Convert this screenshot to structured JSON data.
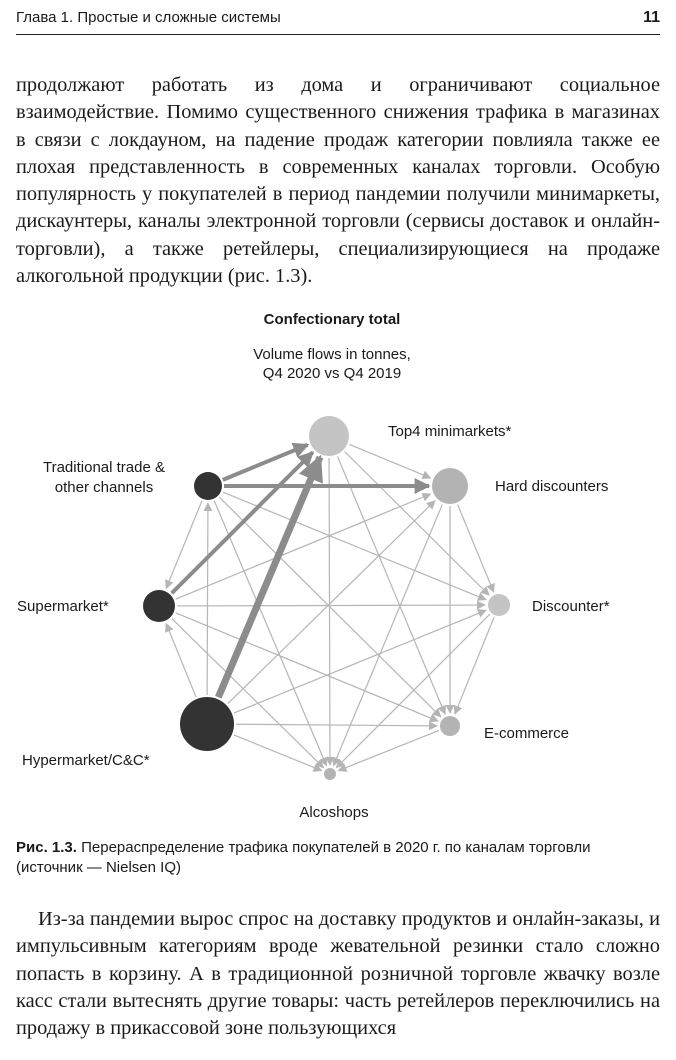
{
  "running_head": {
    "chapter_title": "Глава 1. Простые и сложные системы",
    "page_number": "11"
  },
  "paragraph_1": "продолжают работать из дома и ограничивают социальное взаимодействие. Помимо существенного снижения трафика в магазинах в связи с локдауном, на падение продаж категории повлияла также ее плохая представленность в современных каналах торговли. Особую популярность у покупателей в период пандемии получили минимаркеты, дискаунтеры, каналы электронной торговли (сервисы доставок и онлайн-торговли), а также ретейлеры, специализирующиеся на продаже алкогольной продукции (рис. 1.3).",
  "figure": {
    "title": "Confectionary total",
    "subtitle_line1": "Volume flows in tonnes,",
    "subtitle_line2": "Q4 2020 vs Q4 2019",
    "nodes": [
      {
        "id": "top4",
        "label": "Top4 minimarkets*",
        "fill": "#c4c4c4"
      },
      {
        "id": "hard",
        "label": "Hard discounters",
        "fill": "#b3b3b3"
      },
      {
        "id": "disc",
        "label": "Discounter*",
        "fill": "#c4c4c4"
      },
      {
        "id": "ecom",
        "label": "E-commerce",
        "fill": "#b3b3b3"
      },
      {
        "id": "alco",
        "label": "Alcoshops",
        "fill": "#b3b3b3"
      },
      {
        "id": "hyper",
        "label": "Hypermarket/C&C*",
        "fill": "#333333"
      },
      {
        "id": "super",
        "label": "Supermarket*",
        "fill": "#333333"
      },
      {
        "id": "trad",
        "label_line1": "Traditional trade &",
        "label_line2": "other channels",
        "fill": "#333333"
      }
    ],
    "thin_arrow_color": "#b5b5b5",
    "medium_arrow_color": "#8c8c8c",
    "thick_arrow_color": "#8c8c8c"
  },
  "caption": {
    "label": "Рис. 1.3.",
    "text": " Перераспределение трафика покупателей в 2020 г. по каналам торговли (источник — Nielsen IQ)"
  },
  "paragraph_2": "Из-за пандемии вырос спрос на доставку продуктов и онлайн-заказы, и импульсивным категориям вроде жевательной резинки стало сложно попасть в корзину. А в традиционной розничной торговле жвачку возле касс стали вытеснять другие товары: часть ретейлеров переключились на продажу в прикассовой зоне пользующихся"
}
